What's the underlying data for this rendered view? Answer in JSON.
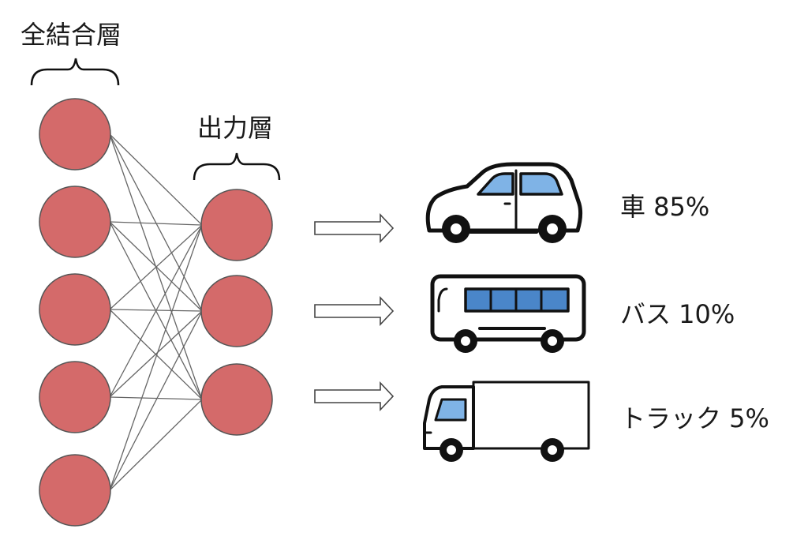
{
  "layers": {
    "fc_label": "全結合層",
    "output_label": "出力層"
  },
  "node_color": "#d46a6a",
  "results": [
    {
      "icon": "car-icon",
      "text": "車 85%"
    },
    {
      "icon": "bus-icon",
      "text": "バス 10%"
    },
    {
      "icon": "truck-icon",
      "text": "トラック 5%"
    }
  ]
}
